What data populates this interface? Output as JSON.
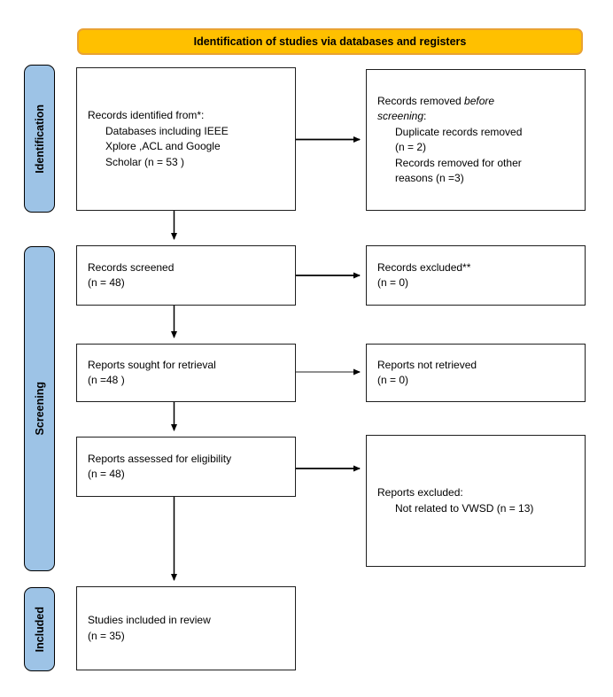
{
  "banner": {
    "label": "Identification of studies via databases and registers"
  },
  "sidebar": {
    "identification": "Identification",
    "screening": "Screening",
    "included": "Included"
  },
  "boxes": {
    "records_identified": "Records identified from*:\n      Databases including IEEE\n      Xplore ,ACL and Google\n      Scholar (n = 53 )",
    "records_removed": {
      "pre": "Records removed ",
      "italic": "before\nscreening",
      "post": ":\n      Duplicate records removed\n      (n = 2)\n      Records removed for other\n      reasons (n =3)"
    },
    "records_screened": "Records screened\n(n = 48)",
    "records_excluded": "Records excluded**\n(n = 0)",
    "reports_sought": "Reports sought for retrieval\n(n =48 )",
    "reports_not_retrieved": "Reports not retrieved\n(n = 0)",
    "reports_assessed": "Reports assessed for eligibility\n(n = 48)",
    "reports_excluded": "Reports excluded:\n      Not related to VWSD (n = 13)",
    "studies_included": "Studies included in review\n(n = 35)"
  },
  "counts": {
    "identified": 53,
    "duplicates_removed": 2,
    "removed_other_reasons": 3,
    "screened": 48,
    "excluded_screening": 0,
    "sought_retrieval": 48,
    "not_retrieved": 0,
    "assessed_eligibility": 48,
    "excluded_not_related_vwsd": 13,
    "included_in_review": 35
  },
  "colors": {
    "banner_fill": "#FFC000",
    "banner_border": "#E9A233",
    "sidebar_fill": "#9DC3E6",
    "box_border": "#1F1F1F",
    "arrow": "#000000",
    "arrow_gray": "#7F7F7F"
  }
}
